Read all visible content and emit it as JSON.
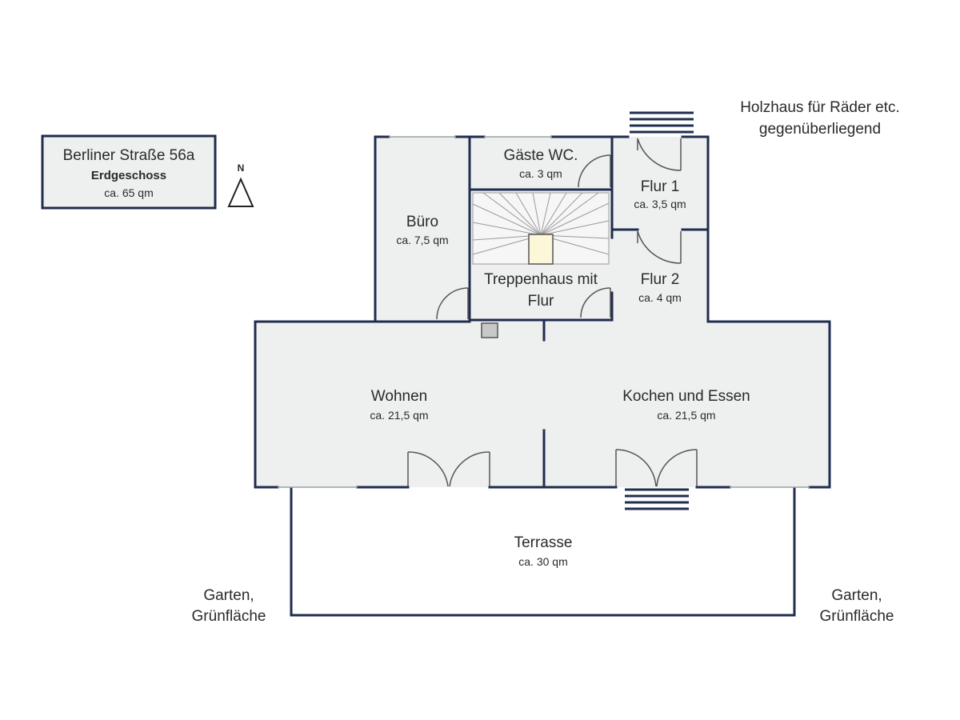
{
  "info_box": {
    "address": "Berliner Straße 56a",
    "floor": "Erdgeschoss",
    "area": "ca. 65 qm"
  },
  "north_label": "N",
  "notes": {
    "shed_line1": "Holzhaus für Räder etc.",
    "shed_line2": "gegenüberliegend",
    "garden_left_line1": "Garten,",
    "garden_left_line2": "Grünfläche",
    "garden_right_line1": "Garten,",
    "garden_right_line2": "Grünfläche"
  },
  "rooms": {
    "guest_wc": {
      "name": "Gäste WC.",
      "area": "ca. 3 qm"
    },
    "hall1": {
      "name": "Flur 1",
      "area": "ca. 3,5 qm"
    },
    "office": {
      "name": "Büro",
      "area": "ca. 7,5 qm"
    },
    "stairwell": {
      "name_line1": "Treppenhaus mit",
      "name_line2": "Flur"
    },
    "hall2": {
      "name": "Flur 2",
      "area": "ca. 4 qm"
    },
    "living": {
      "name": "Wohnen",
      "area": "ca. 21,5 qm"
    },
    "kitchen": {
      "name": "Kochen und Essen",
      "area": "ca. 21,5 qm"
    },
    "terrace": {
      "name": "Terrasse",
      "area": "ca. 30 qm"
    }
  },
  "colors": {
    "wall": "#1f2d4f",
    "floor": "#eeefef",
    "door": "#555555"
  }
}
